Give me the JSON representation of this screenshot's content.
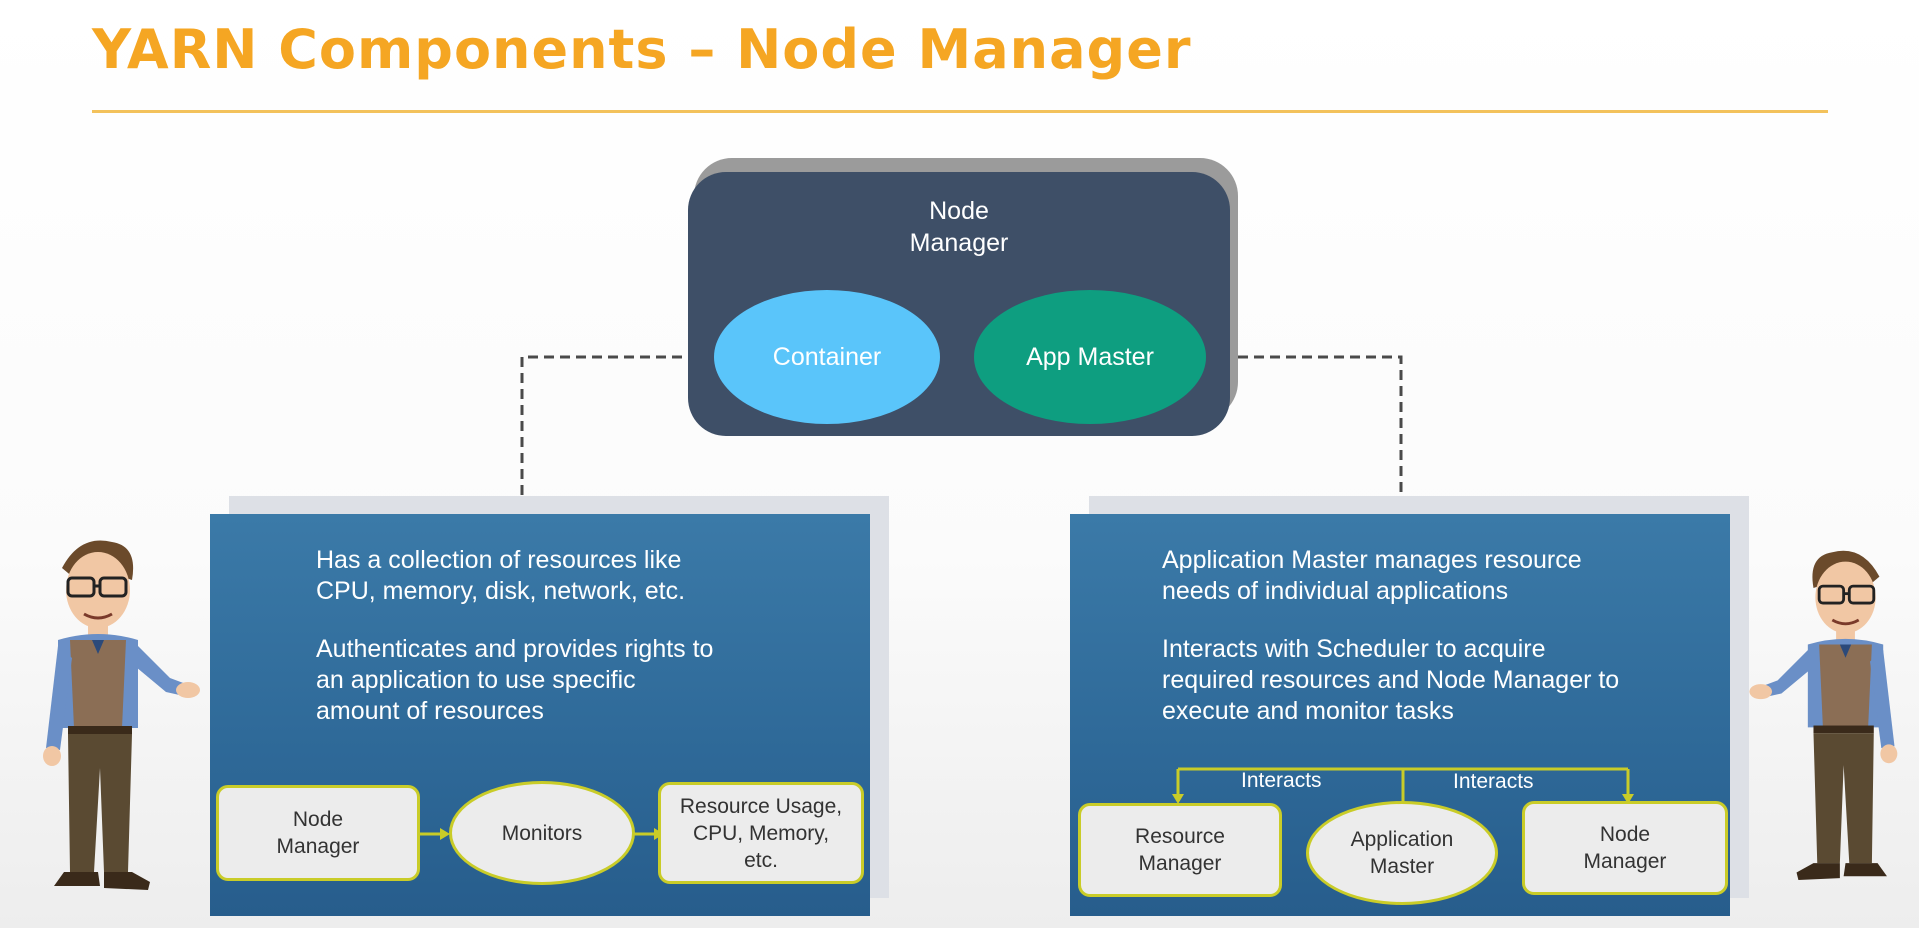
{
  "title": "YARN Components – Node Manager",
  "node_manager": {
    "title_line1": "Node",
    "title_line2": "Manager",
    "container_label": "Container",
    "app_master_label": "App Master"
  },
  "left_panel": {
    "para1_line1": "Has a collection of resources like",
    "para1_line2": "CPU, memory, disk, network, etc.",
    "para2_line1": "Authenticates and provides rights to",
    "para2_line2": "an application to use specific",
    "para2_line3": "amount of resources",
    "flow": {
      "node_manager_line1": "Node",
      "node_manager_line2": "Manager",
      "monitors": "Monitors",
      "resource_line1": "Resource Usage,",
      "resource_line2": "CPU, Memory,",
      "resource_line3": "etc."
    }
  },
  "right_panel": {
    "para1_line1": "Application Master manages resource",
    "para1_line2": "needs of individual applications",
    "para2_line1": "Interacts with Scheduler to acquire",
    "para2_line2": "required resources and Node Manager to",
    "para2_line3": "execute and monitor tasks",
    "flow": {
      "interacts_left": "Interacts",
      "interacts_right": "Interacts",
      "resource_manager_line1": "Resource",
      "resource_manager_line2": "Manager",
      "application_master_line1": "Application",
      "application_master_line2": "Master",
      "node_manager_line1": "Node",
      "node_manager_line2": "Manager"
    }
  },
  "colors": {
    "title": "#f5a623",
    "node_manager_box": "#3e4f67",
    "container_oval": "#5ac5fa",
    "app_master_oval": "#0e9e80",
    "panel_blue": "#2f6a99",
    "flow_border": "#c9cc28"
  }
}
